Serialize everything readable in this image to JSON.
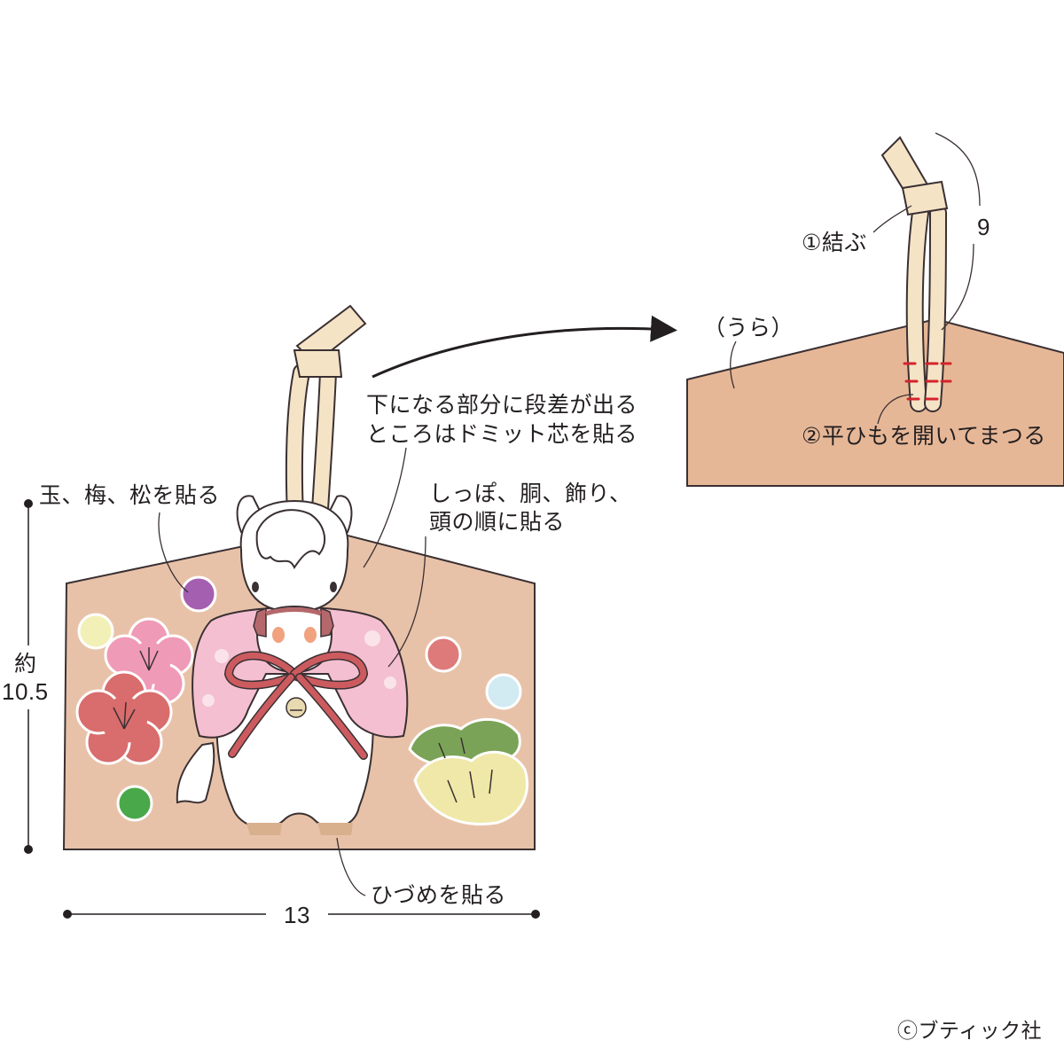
{
  "labels": {
    "step_left_1": "下になる部分に段差が出る",
    "step_left_2": "ところはドミット芯を貼る",
    "tama": "玉、梅、松を貼る",
    "shippo_1": "しっぽ、胴、飾り、",
    "shippo_2": "頭の順に貼る",
    "hizume": "ひづめを貼る",
    "height_prefix": "約",
    "height_value": "10.5",
    "width_value": "13",
    "back_side": "（うら）",
    "musubu": "①結ぶ",
    "loop_length": "9",
    "hiraHimo": "②平ひもを開いてまつる",
    "copyright": "ⓒブティック社"
  },
  "colors": {
    "board": "#e8c2a8",
    "board_back": "#e6b797",
    "cord": "#f5e3c6",
    "outline": "#3a3032",
    "ribbon": "#cc5b5f",
    "plum_pink": "#ef9ab7",
    "plum_red": "#d96c6c",
    "pine_green": "#7aa357",
    "pine_light": "#efe8a8",
    "kimono_pink": "#f4bfd1",
    "stitch": "#d4242b"
  }
}
